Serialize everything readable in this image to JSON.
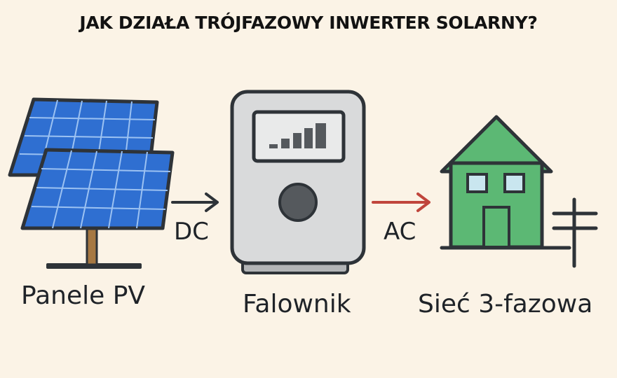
{
  "title": "JAK DZIAŁA TRÓJFAZOWY INWERTER SOLARNY?",
  "labels": {
    "panels": "Panele PV",
    "inverter": "Falownik",
    "grid": "Sieć 3-fazowa",
    "dc": "DC",
    "ac": "AC"
  },
  "colors": {
    "background": "#fbf3e6",
    "panel_blue": "#2f6fd1",
    "outline": "#2e3338",
    "inverter_body": "#d9dadb",
    "house_green": "#5cb874",
    "dc_arrow": "#2e3338",
    "ac_arrow": "#c0453c"
  },
  "icons": [
    "solar-panels-icon",
    "inverter-icon",
    "signal-bars-icon",
    "house-icon",
    "power-line-icon"
  ]
}
